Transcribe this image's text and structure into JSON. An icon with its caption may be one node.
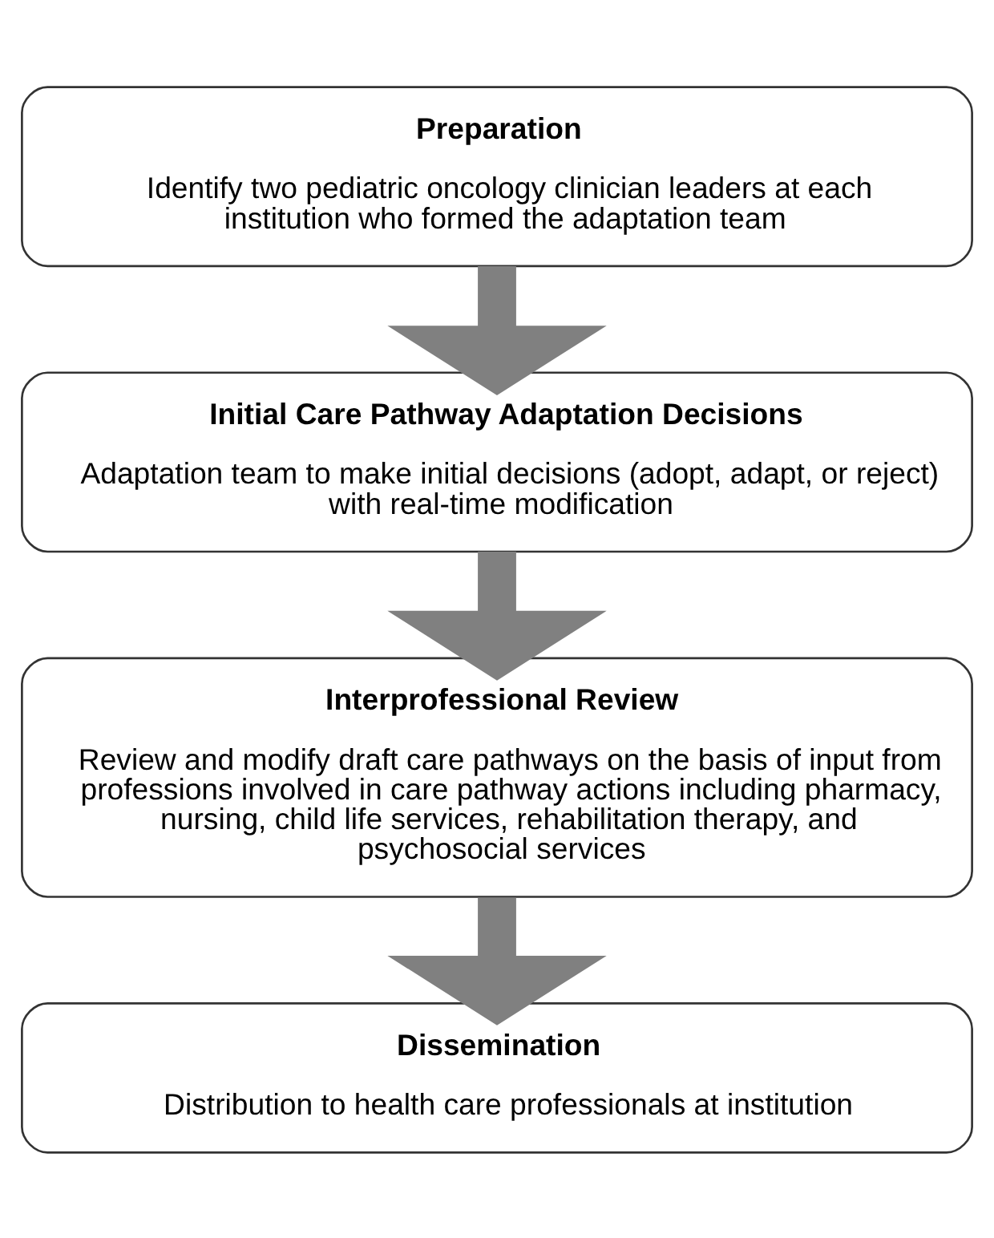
{
  "diagram": {
    "nodes": [
      {
        "text": [
          "Preparation",
          "Identify two pediatric oncology clinician leaders at each institution who formed the adaptation team"
        ]
      },
      {
        "text": [
          "Initial Care Pathway Adaptation Decisions",
          "Adaptation team to make initial decisions (adopt, adapt, or reject) with real-time modification"
        ]
      },
      {
        "text": [
          "Interprofessional Review",
          "Review and modify draft care pathways on the basis of input from professions involved in care pathway actions including pharmacy, nursing, child life services, rehabilitation therapy, and psychosocial services"
        ]
      },
      {
        "text": [
          "Dissemination",
          "Distribution to health care professionals at institution"
        ]
      }
    ],
    "edges": [
      {
        "from": 0,
        "to": 1,
        "arrow": "to"
      },
      {
        "from": 1,
        "to": 2,
        "arrow": "to"
      },
      {
        "from": 2,
        "to": 3,
        "arrow": "to"
      }
    ]
  }
}
